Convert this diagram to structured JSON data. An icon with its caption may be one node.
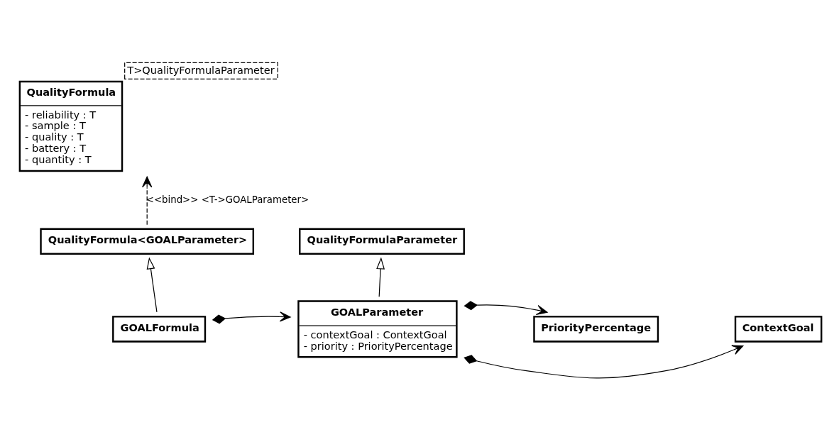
{
  "diagram": {
    "nodes": [
      {
        "text": [
          "T>QualityFormulaParameter",
          "QualityFormula",
          "- reliability : T",
          "- sample : T",
          "- quality : T",
          "- battery : T",
          "- quantity : T"
        ]
      },
      {
        "text": [
          "QualityFormula<GOALParameter>"
        ]
      },
      {
        "text": [
          "QualityFormulaParameter"
        ]
      },
      {
        "text": [
          "GOALFormula"
        ]
      },
      {
        "text": [
          "GOALParameter",
          "- contextGoal : ContextGoal",
          "- priority : PriorityPercentage"
        ]
      },
      {
        "text": [
          "PriorityPercentage"
        ]
      },
      {
        "text": [
          "ContextGoal"
        ]
      }
    ],
    "edges": [
      {
        "from": 1,
        "to": 0,
        "arrow": "to",
        "style": "dashed",
        "label": "<<bind>> <T->GOALParameter>"
      },
      {
        "from": 3,
        "to": 1,
        "arrow": "to"
      },
      {
        "from": 4,
        "to": 2,
        "arrow": "to"
      },
      {
        "from": 3,
        "to": 4,
        "arrow": "to"
      },
      {
        "from": 4,
        "to": 5,
        "arrow": "to"
      },
      {
        "from": 4,
        "to": 6,
        "arrow": "to"
      }
    ]
  }
}
